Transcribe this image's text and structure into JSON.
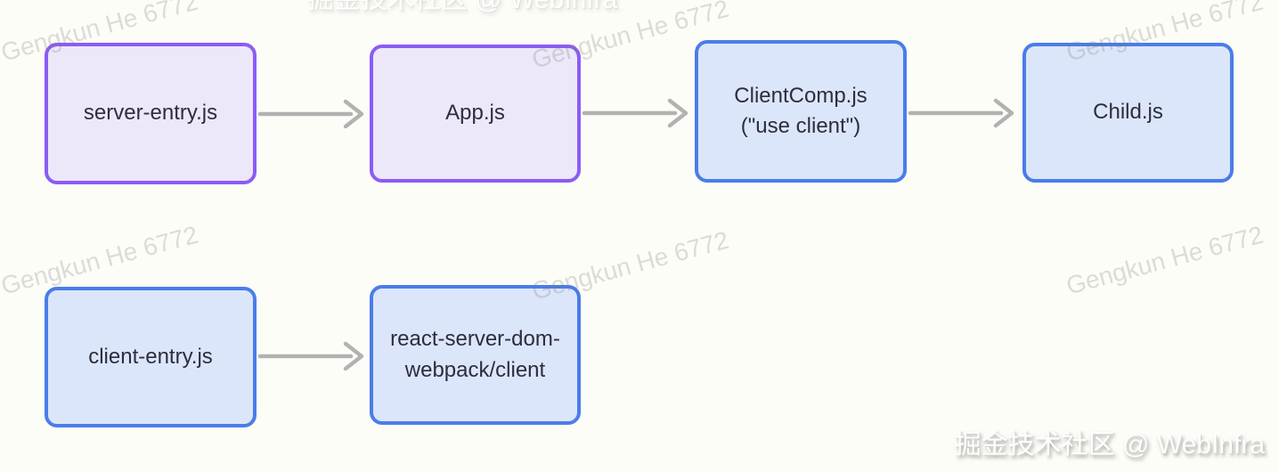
{
  "diagram": {
    "nodes": [
      {
        "label": "server-entry.js",
        "variant": "purple"
      },
      {
        "label": "App.js",
        "variant": "purple"
      },
      {
        "label": "ClientComp.js\n(\"use client\")",
        "variant": "blue"
      },
      {
        "label": "Child.js",
        "variant": "blue"
      },
      {
        "label": "client-entry.js",
        "variant": "blue"
      },
      {
        "label": "react-server-dom-\nwebpack/client",
        "variant": "blue"
      }
    ],
    "edges": [
      {
        "from": "server-entry.js",
        "to": "App.js"
      },
      {
        "from": "App.js",
        "to": "ClientComp.js (\"use client\")"
      },
      {
        "from": "ClientComp.js (\"use client\")",
        "to": "Child.js"
      },
      {
        "from": "client-entry.js",
        "to": "react-server-dom-webpack/client"
      }
    ],
    "colors": {
      "purple_border": "#8b5cf6",
      "purple_fill": "#ede7fa",
      "blue_border": "#4a7de9",
      "blue_fill": "#dce6fa",
      "arrow": "#b2b2b2",
      "text": "#2d2d3e",
      "background": "#fdfdf8"
    }
  },
  "watermarks": {
    "tiled_text": "Gengkun He 6772",
    "corner_text": "掘金技术社区 @ WebInfra"
  }
}
